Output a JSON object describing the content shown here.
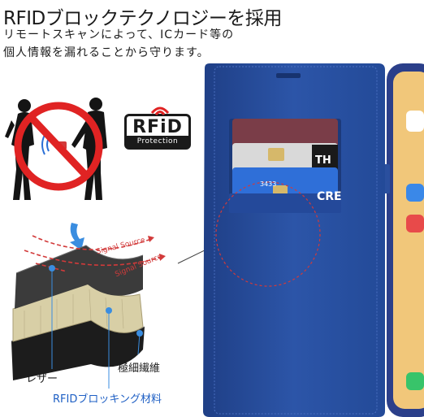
{
  "headline": "RFIDブロックテクノロジーを採用",
  "subtitle_line1": "リモートスキャンによって、ICカード等の",
  "subtitle_line2": "個人情報を漏れることから守ります。",
  "badge": {
    "main": "RFiD",
    "sub": "Protection"
  },
  "layers": {
    "leather": "レザー",
    "fiber": "極細繊維",
    "rfid": "RFIDブロッキング材料",
    "signal1": "Signal Source",
    "signal2": "Signal Source"
  },
  "cards": {
    "card_front": "CRE",
    "card_front_number": "3433",
    "card_mid": "TH"
  },
  "colors": {
    "case_blue": "#2a4f9e",
    "accent_blue": "#1e5fc4",
    "signal_red": "#d23a3a"
  }
}
